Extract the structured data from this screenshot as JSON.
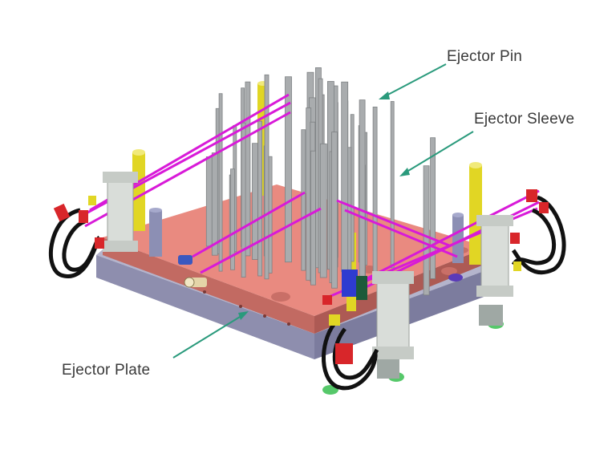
{
  "labels": {
    "ejector_pin": "Ejector Pin",
    "ejector_sleeve": "Ejector Sleeve",
    "ejector_plate": "Ejector Plate"
  },
  "colors": {
    "plate_top": "#e98a80",
    "plate_side": "#c26a62",
    "base_top": "#b4b4cc",
    "base_side": "#8e8eae",
    "pin": "#a9acae",
    "pin_dark": "#7e8183",
    "magenta_line": "#d81ad8",
    "yellow_post": "#e1d624",
    "arrow_green": "#2a9a7c",
    "hose": "#111111",
    "fitting_red": "#d8262a",
    "cylinder": "#d9ddd9",
    "green_foot": "#56c86a",
    "blue_block": "#2e3bd0"
  }
}
